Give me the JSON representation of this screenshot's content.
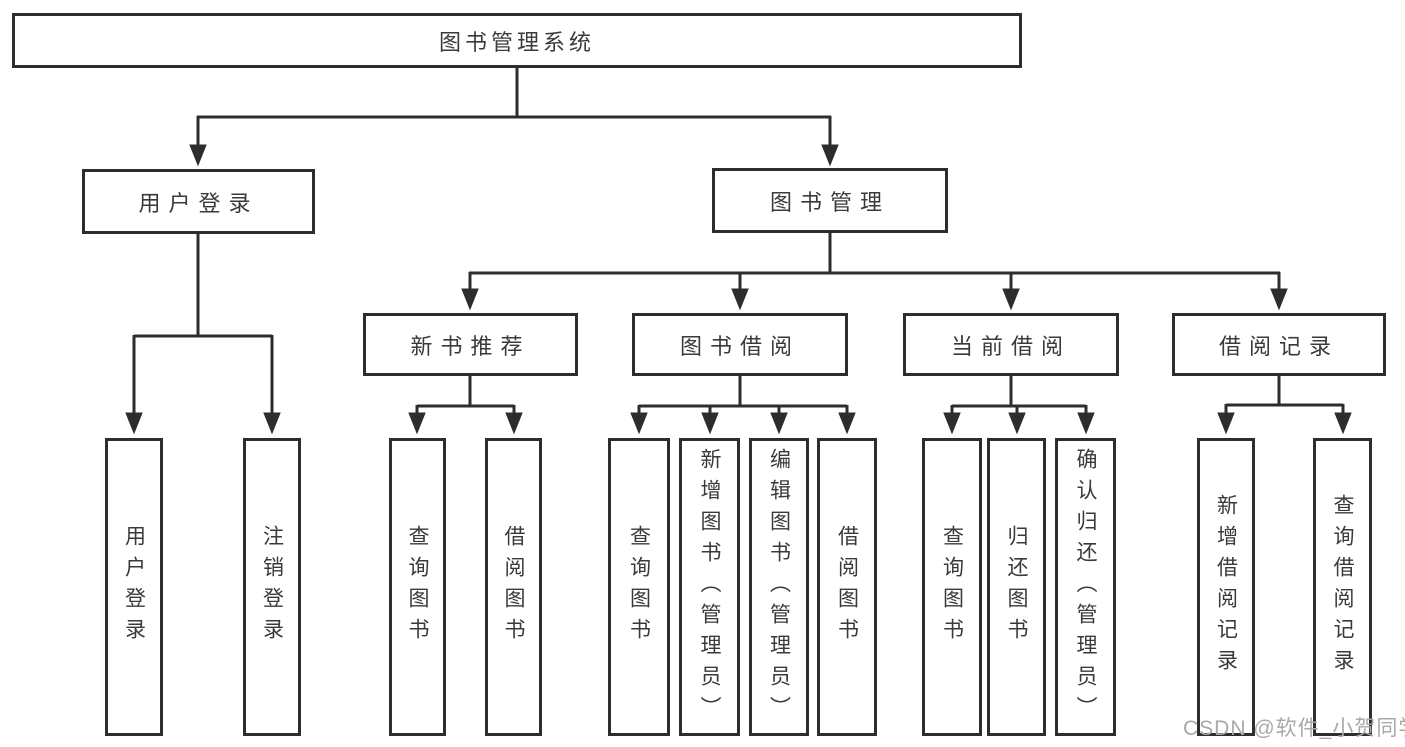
{
  "diagram": {
    "type": "hierarchy-tree",
    "root": {
      "label": "图书管理系统"
    },
    "branches": [
      {
        "label": "用户登录",
        "children": [
          {
            "label": "用户登录"
          },
          {
            "label": "注销登录"
          }
        ]
      },
      {
        "label": "图书管理",
        "children": [
          {
            "label": "新书推荐",
            "children": [
              {
                "label": "查询图书"
              },
              {
                "label": "借阅图书"
              }
            ]
          },
          {
            "label": "图书借阅",
            "children": [
              {
                "label": "查询图书"
              },
              {
                "label": "新增图书（管理员）"
              },
              {
                "label": "编辑图书（管理员）"
              },
              {
                "label": "借阅图书"
              }
            ]
          },
          {
            "label": "当前借阅",
            "children": [
              {
                "label": "查询图书"
              },
              {
                "label": "归还图书"
              },
              {
                "label": "确认归还（管理员）"
              }
            ]
          },
          {
            "label": "借阅记录",
            "children": [
              {
                "label": "新增借阅记录"
              },
              {
                "label": "查询借阅记录"
              }
            ]
          }
        ]
      }
    ],
    "colors": {
      "line": "#2d2d2d",
      "text": "#3a3a3a",
      "background": "#ffffff",
      "watermark": "#a9a9a9"
    }
  },
  "watermark": {
    "text": "CSDN @软件_小贺同学"
  }
}
